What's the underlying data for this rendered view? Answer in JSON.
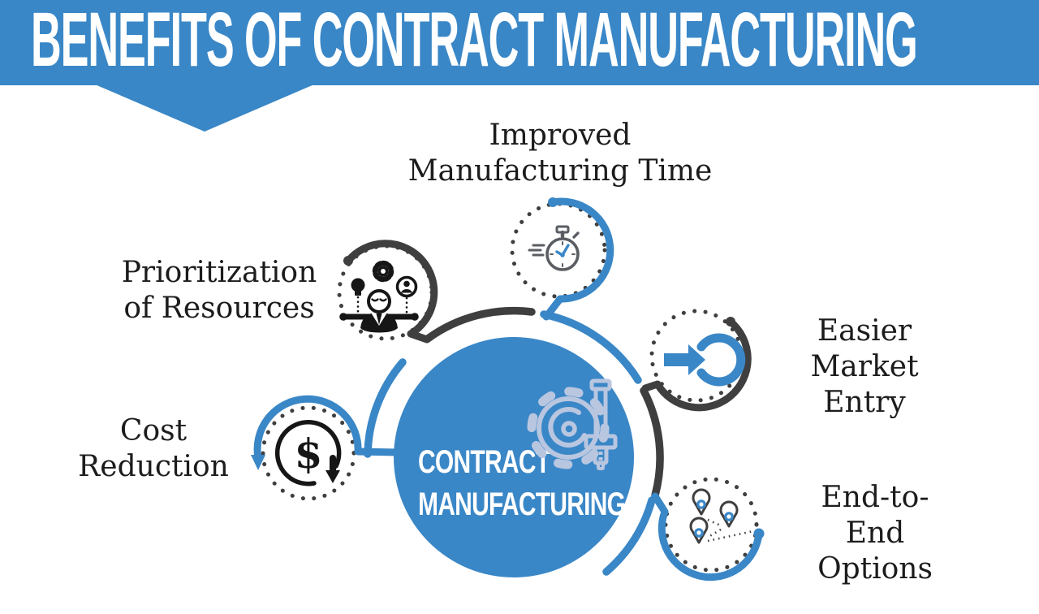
{
  "colors": {
    "primary_blue": "#3a87c7",
    "dark_gray": "#3f3f3f",
    "icon_black": "#161616",
    "icon_gray": "#5a5e63",
    "central_icon_light": "#b9c6e0",
    "text_color": "#1c1c1c",
    "background": "#ffffff"
  },
  "header": {
    "title": "BENEFITS OF CONTRACT MANUFACTURING"
  },
  "center": {
    "title_line1": "CONTRACT",
    "title_line2": "MANUFACTURING"
  },
  "benefits": [
    {
      "id": "improved-manufacturing-time",
      "line1": "Improved",
      "line2": "Manufacturing Time",
      "icon": "stopwatch-icon",
      "arc_color": "blue"
    },
    {
      "id": "prioritization-of-resources",
      "line1": "Prioritization",
      "line2": "of Resources",
      "icon": "resource-balance-icon",
      "arc_color": "dark-gray"
    },
    {
      "id": "cost-reduction",
      "line1": "Cost",
      "line2": "Reduction",
      "icon": "dollar-decrease-icon",
      "arc_color": "blue"
    },
    {
      "id": "easier-market-entry",
      "line1": "Easier",
      "line2": "Market Entry",
      "icon": "arrow-into-circle-icon",
      "arc_color": "dark-gray"
    },
    {
      "id": "end-to-end-options",
      "line1": "End-to-End",
      "line2": "Options",
      "icon": "location-pins-icon",
      "arc_color": "blue"
    }
  ],
  "icons": {
    "dollar_glyph": "$"
  }
}
